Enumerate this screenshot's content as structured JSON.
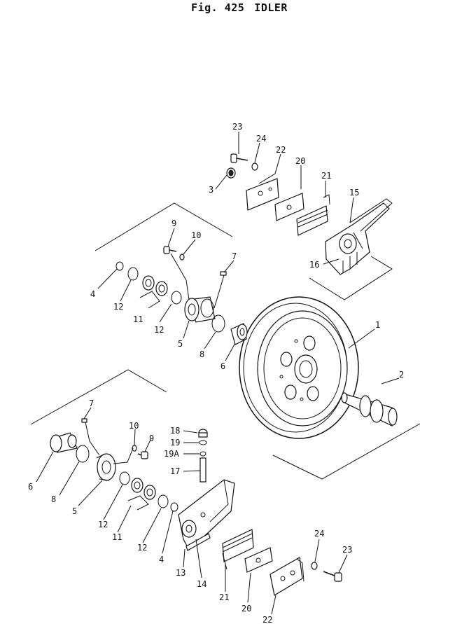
{
  "figure": {
    "number": "Fig. 425",
    "name": "IDLER"
  },
  "labels": [
    {
      "id": "23a",
      "text": "23"
    },
    {
      "id": "24a",
      "text": "24"
    },
    {
      "id": "22a",
      "text": "22"
    },
    {
      "id": "20a",
      "text": "20"
    },
    {
      "id": "21a",
      "text": "21"
    },
    {
      "id": "3",
      "text": "3"
    },
    {
      "id": "15",
      "text": "15"
    },
    {
      "id": "16",
      "text": "16"
    },
    {
      "id": "9a",
      "text": "9"
    },
    {
      "id": "10a",
      "text": "10"
    },
    {
      "id": "7a",
      "text": "7"
    },
    {
      "id": "4a",
      "text": "4"
    },
    {
      "id": "12a",
      "text": "12"
    },
    {
      "id": "11a",
      "text": "11"
    },
    {
      "id": "12b",
      "text": "12"
    },
    {
      "id": "5a",
      "text": "5"
    },
    {
      "id": "8a",
      "text": "8"
    },
    {
      "id": "6a",
      "text": "6"
    },
    {
      "id": "1",
      "text": "1"
    },
    {
      "id": "2",
      "text": "2"
    },
    {
      "id": "7b",
      "text": "7"
    },
    {
      "id": "10b",
      "text": "10"
    },
    {
      "id": "9b",
      "text": "9"
    },
    {
      "id": "18",
      "text": "18"
    },
    {
      "id": "19",
      "text": "19"
    },
    {
      "id": "19A",
      "text": "19A"
    },
    {
      "id": "17",
      "text": "17"
    },
    {
      "id": "6b",
      "text": "6"
    },
    {
      "id": "8b",
      "text": "8"
    },
    {
      "id": "5b",
      "text": "5"
    },
    {
      "id": "12c",
      "text": "12"
    },
    {
      "id": "11b",
      "text": "11"
    },
    {
      "id": "12d",
      "text": "12"
    },
    {
      "id": "4b",
      "text": "4"
    },
    {
      "id": "13",
      "text": "13"
    },
    {
      "id": "14",
      "text": "14"
    },
    {
      "id": "21b",
      "text": "21"
    },
    {
      "id": "20b",
      "text": "20"
    },
    {
      "id": "22b",
      "text": "22"
    },
    {
      "id": "24b",
      "text": "24"
    },
    {
      "id": "23b",
      "text": "23"
    }
  ]
}
